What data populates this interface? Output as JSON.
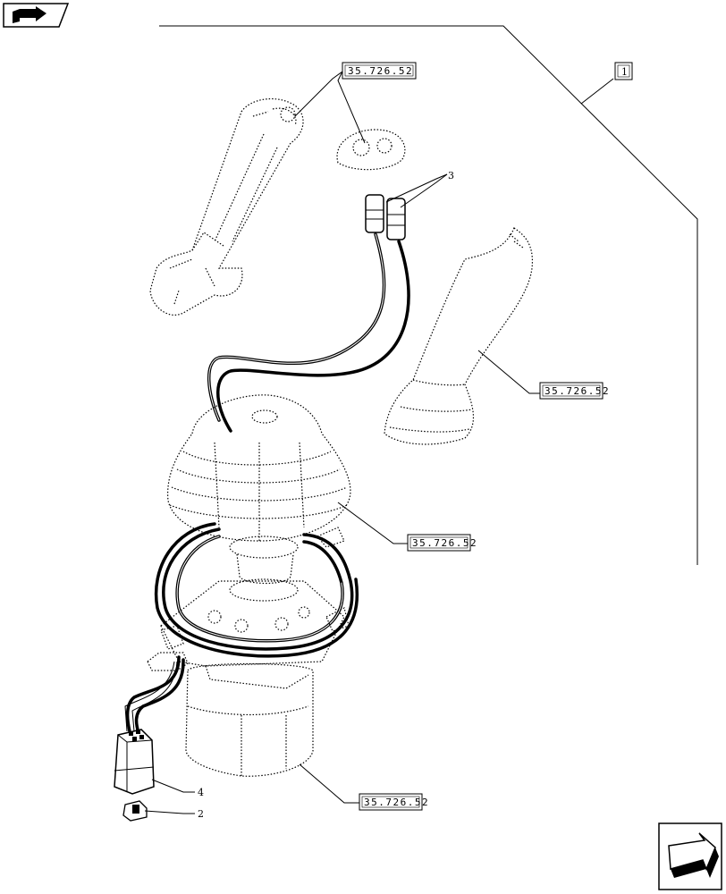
{
  "callouts": {
    "ref_top": "35.726.52",
    "ref_handle": "35.726.52",
    "ref_boot": "35.726.52",
    "ref_base": "35.726.52",
    "assembly": "1",
    "item_2": "2",
    "item_3": "3",
    "item_4": "4"
  },
  "icons": {
    "top_left": "book-arrow-icon",
    "bottom_right": "next-page-arrow-icon"
  }
}
